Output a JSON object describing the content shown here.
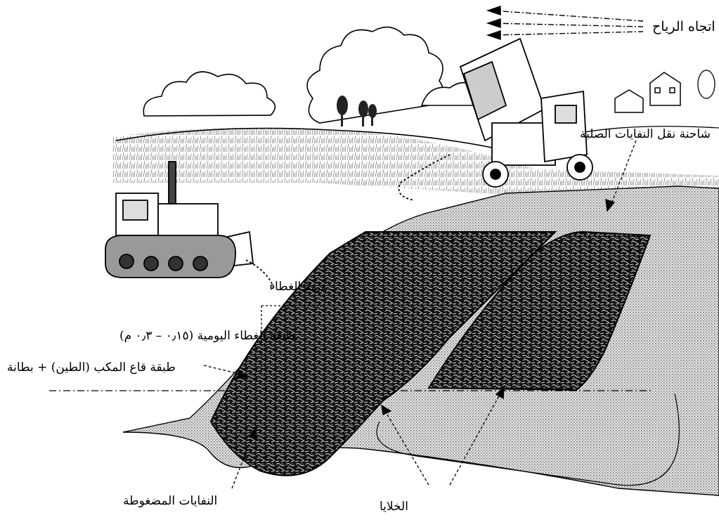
{
  "labels": {
    "wind": "اتجاه الرياح",
    "truck": "شاحنة نقل النفايات الصلبة",
    "soil_cover": "تربة الغطاء",
    "cover_layer": "طبقة الغطاء اليومية (٠٫١٥ – ٠٫٣ م)",
    "bottom_layer": "طبقة قاع المكب (الطين) + بطانة",
    "compacted_waste": "النفايات المضغوطة",
    "cells": "الخلايا"
  },
  "colors": {
    "ink": "#000000",
    "cover": "#c9c9c9",
    "sky": "#ffffff"
  },
  "icons": [
    "wind-arrows-icon",
    "truck-icon",
    "bulldozer-icon",
    "cloud-icon",
    "house-icon",
    "tree-icon"
  ]
}
